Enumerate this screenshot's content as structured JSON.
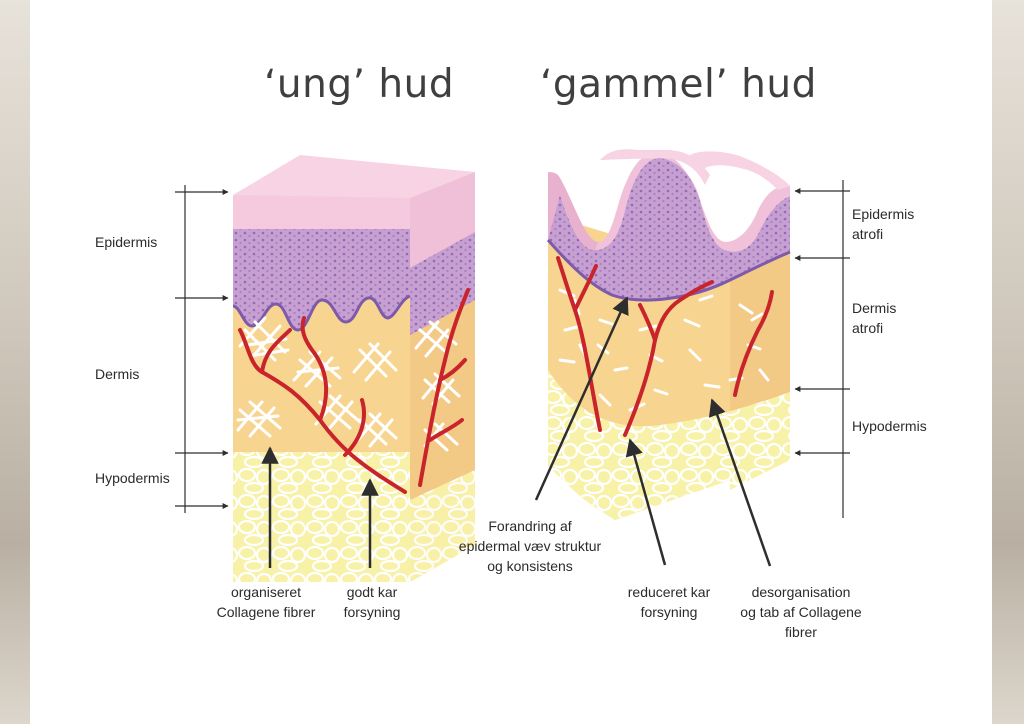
{
  "titles": {
    "young": "‘ung’ hud",
    "old": "‘gammel’ hud"
  },
  "left_layers": {
    "epidermis": "Epidermis",
    "dermis": "Dermis",
    "hypodermis": "Hypodermis"
  },
  "right_layers": {
    "epidermis": [
      "Epidermis",
      "atrofi"
    ],
    "dermis": [
      "Dermis",
      "atrofi"
    ],
    "hypodermis": "Hypodermis"
  },
  "annotations": {
    "collagen_organized": [
      "organiseret",
      "Collagene fibrer"
    ],
    "good_vessels": [
      "godt kar",
      "forsyning"
    ],
    "epidermal_change": [
      "Forandring af",
      "epidermal væv struktur",
      "og konsistens"
    ],
    "reduced_vessels": [
      "reduceret kar",
      "forsyning"
    ],
    "disorganisation": [
      "desorganisation",
      "og tab af Collagene",
      "fibrer"
    ]
  },
  "colors": {
    "epidermis_surface": "#f4c6dc",
    "epidermis_layer": "#c9a0d2",
    "basal_layer": "#8b6bb6",
    "dermis": "#f6d48e",
    "hypodermis": "#f5ee9a",
    "vessel": "#c9242b",
    "collagen": "#ffffff",
    "arrow": "#2e2e2e"
  }
}
